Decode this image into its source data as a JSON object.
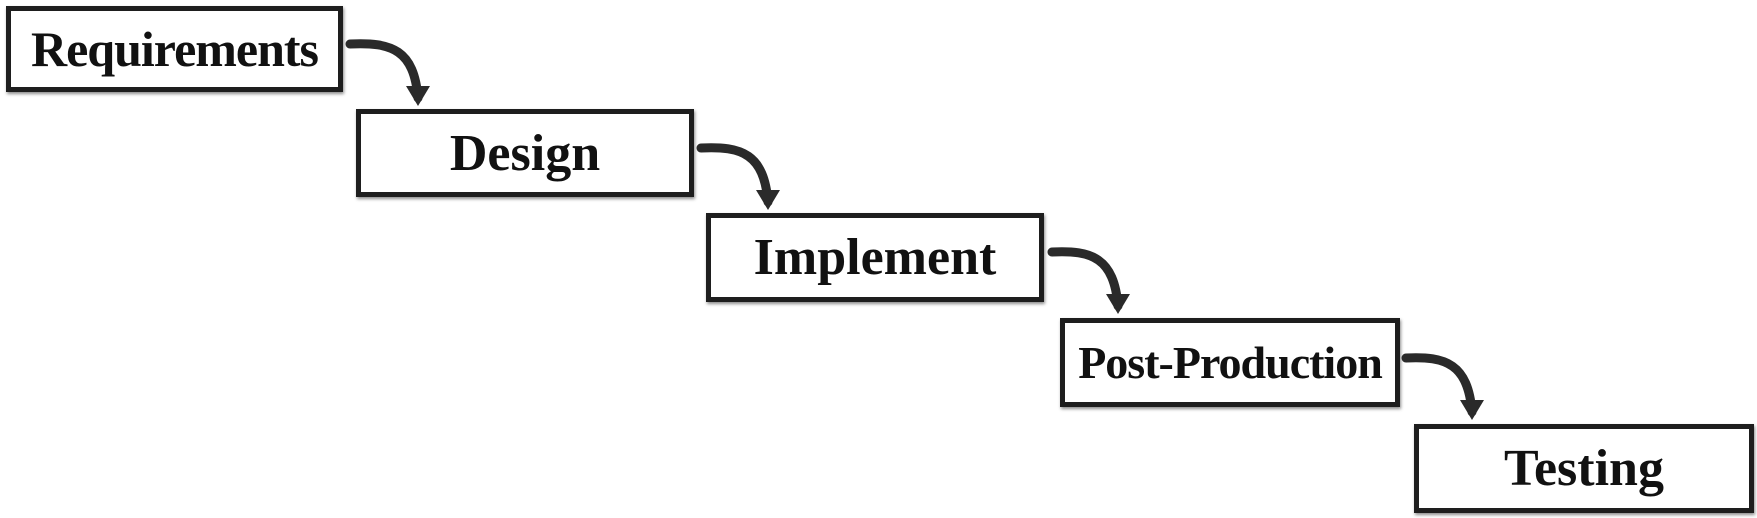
{
  "diagram": {
    "stages": [
      {
        "label": "Requirements"
      },
      {
        "label": "Design"
      },
      {
        "label": "Implement"
      },
      {
        "label": "Post-Production"
      },
      {
        "label": "Testing"
      }
    ],
    "colors": {
      "border": "#1e1e1e",
      "text": "#111111",
      "arrow": "#2a2a2a",
      "background": "#ffffff"
    }
  }
}
